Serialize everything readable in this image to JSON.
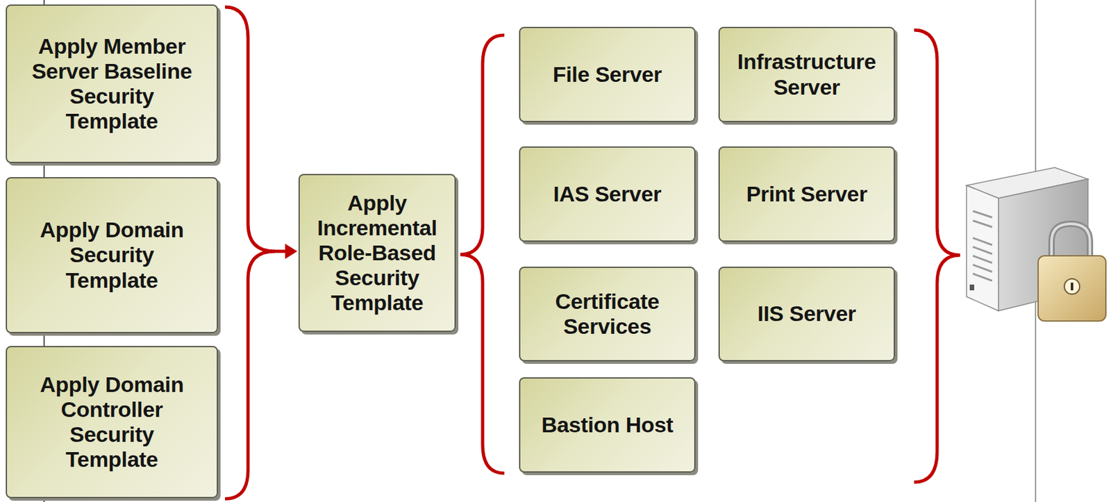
{
  "diagram": {
    "nodes": [
      {
        "text": [
          "Apply Member Server Baseline Security Template"
        ]
      },
      {
        "text": [
          "Apply Domain Security Template"
        ]
      },
      {
        "text": [
          "Apply Domain Controller Security Template"
        ]
      },
      {
        "text": [
          "Apply Incremental Role-Based Security Template"
        ]
      },
      {
        "text": [
          "File Server"
        ]
      },
      {
        "text": [
          "Infrastructure Server"
        ]
      },
      {
        "text": [
          "IAS Server"
        ]
      },
      {
        "text": [
          "Print Server"
        ]
      },
      {
        "text": [
          "Certificate Services"
        ]
      },
      {
        "text": [
          "IIS Server"
        ]
      },
      {
        "text": [
          "Bastion Host"
        ]
      }
    ]
  }
}
